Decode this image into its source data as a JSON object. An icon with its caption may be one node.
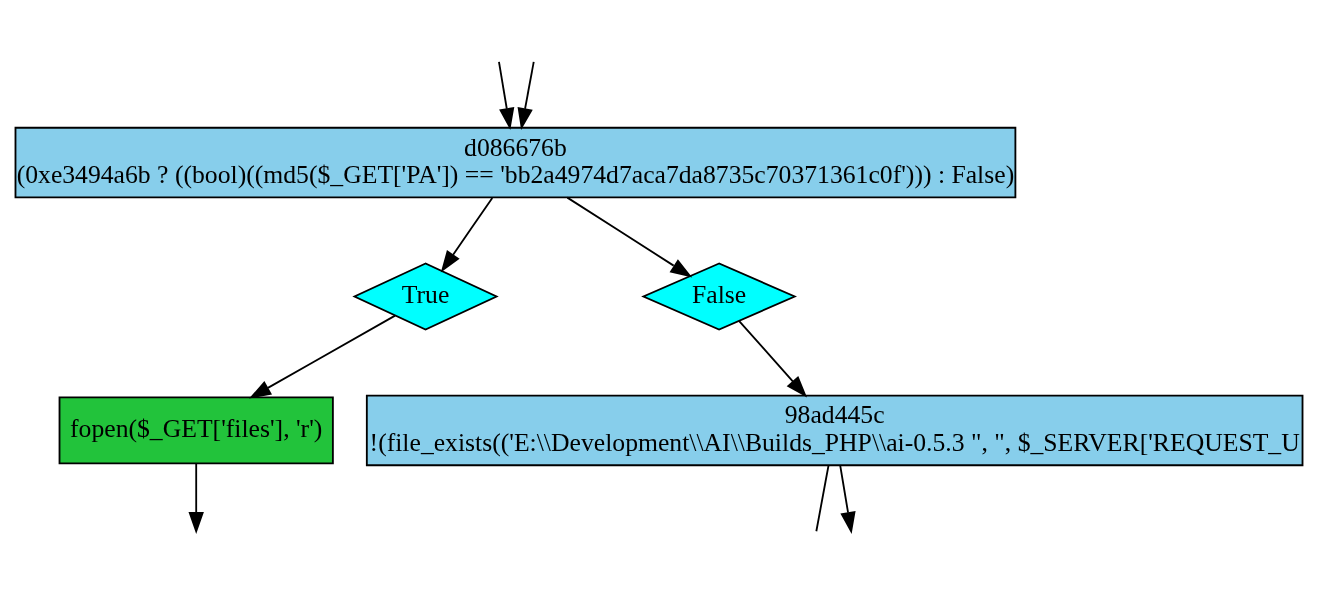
{
  "diagram": {
    "nodes": [
      {
        "text": [
          "d086676b",
          "(0xe3494a6b ? ((bool)((md5($_GET['PA']) == 'bb2a4974d7aca7da8735c70371361c0f'))) : False)"
        ]
      },
      {
        "text": [
          "True"
        ]
      },
      {
        "text": [
          "False"
        ]
      },
      {
        "text": [
          "fopen($_GET['files'], 'r')"
        ]
      },
      {
        "text": [
          "98ad445c",
          "!(file_exists(('E:\\\\Development\\\\AI\\\\Builds_PHP\\\\ai-0.5.3 \", \", $_SERVER['REQUEST_U"
        ]
      }
    ],
    "edges": [
      {
        "from": null,
        "to": 0,
        "arrow": "to"
      },
      {
        "from": null,
        "to": 0,
        "arrow": "to"
      },
      {
        "from": 0,
        "to": 1,
        "arrow": "to"
      },
      {
        "from": 0,
        "to": 2,
        "arrow": "to"
      },
      {
        "from": 1,
        "to": 3,
        "arrow": "to"
      },
      {
        "from": 2,
        "to": 4,
        "arrow": "to"
      },
      {
        "from": 3,
        "to": null,
        "arrow": "to"
      },
      {
        "from": 4,
        "to": null,
        "arrow": "none"
      },
      {
        "from": 4,
        "to": null,
        "arrow": "to"
      }
    ]
  }
}
